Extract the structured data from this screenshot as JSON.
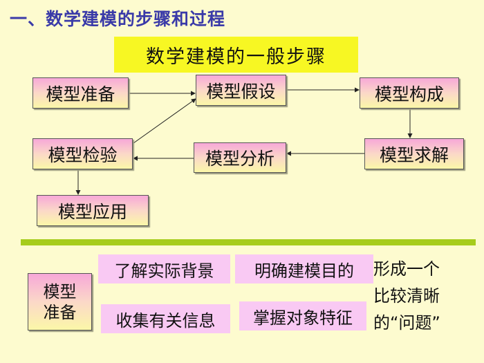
{
  "title": "一、数学建模的步骤和过程",
  "banner": "数学建模的一般步骤",
  "steps": {
    "prepare": "模型准备",
    "assume": "模型假设",
    "construct": "模型构成",
    "test": "模型检验",
    "analyze": "模型分析",
    "solve": "模型求解",
    "apply": "模型应用"
  },
  "prep_section": {
    "label_line1": "模型",
    "label_line2": "准备",
    "items": [
      "了解实际背景",
      "明确建模目的",
      "收集有关信息",
      "掌握对象特征"
    ],
    "result_lines": [
      "形成一个",
      "比较清晰",
      "的“问题”"
    ]
  }
}
